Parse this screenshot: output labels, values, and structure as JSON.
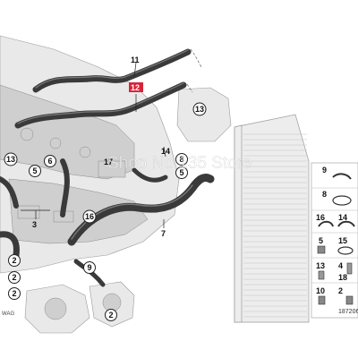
{
  "callouts": {
    "c11": "11",
    "c12": "12",
    "c13a": "13",
    "c13b": "13",
    "c14": "14",
    "c17": "17",
    "c8": "8",
    "c5a": "5",
    "c5b": "5",
    "c6": "6",
    "c3": "3",
    "c16": "16",
    "c7": "7",
    "c9": "9",
    "c2a": "2",
    "c2b": "2",
    "c2c": "2",
    "c2d": "2"
  },
  "parts_panel": {
    "rows": [
      {
        "left": "9",
        "right": ""
      },
      {
        "left": "8",
        "right": ""
      },
      {
        "left": "16",
        "right": "14"
      },
      {
        "left": "5",
        "right": "15"
      },
      {
        "left": "13",
        "right": "4"
      },
      {
        "left": "",
        "right": "18"
      },
      {
        "left": "10",
        "right": "2"
      }
    ]
  },
  "watermark": "Shop No.135 Store",
  "reference_number": "187206",
  "bottom_left_text": "WAG",
  "colors": {
    "highlight_callout": "#d8243a",
    "hose": "#3a3a3a"
  }
}
